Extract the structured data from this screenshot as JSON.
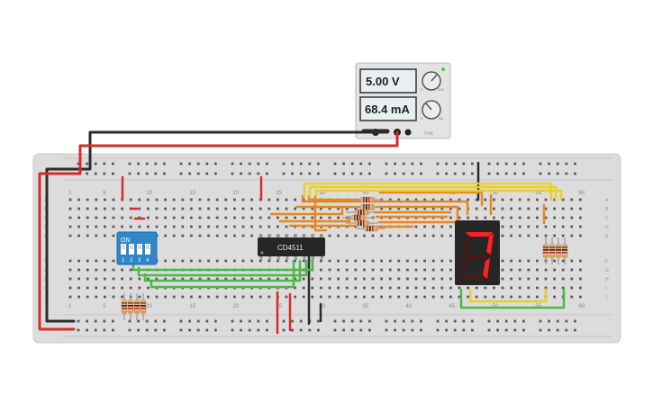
{
  "power_supply": {
    "voltage": "5.00 V",
    "current": "68.4 mA",
    "knob_marks": [
      "0",
      "30V",
      "0",
      "5A"
    ],
    "brand": "TINK"
  },
  "ic": {
    "label": "CD4511"
  },
  "dip_switch": {
    "on_label": "ON",
    "numbers": [
      "1",
      "2",
      "3",
      "4"
    ]
  },
  "breadboard": {
    "column_numbers": [
      "1",
      "5",
      "10",
      "15",
      "20",
      "25",
      "30",
      "35",
      "40",
      "45",
      "50",
      "55",
      "60"
    ],
    "row_letters_top": [
      "A",
      "B",
      "C",
      "D",
      "E"
    ],
    "row_letters_bottom": [
      "F",
      "G",
      "H",
      "I",
      "J"
    ]
  },
  "seven_segment": {
    "digit": "7"
  },
  "colors": {
    "wire_red": "#d62b2b",
    "wire_black": "#2b2b2b",
    "wire_orange": "#e8871e",
    "wire_yellow": "#e8d01e",
    "wire_green": "#4cb848",
    "dip_blue": "#2f86c9",
    "segment_on": "#ff2020",
    "segment_off": "#4a1a1a"
  }
}
